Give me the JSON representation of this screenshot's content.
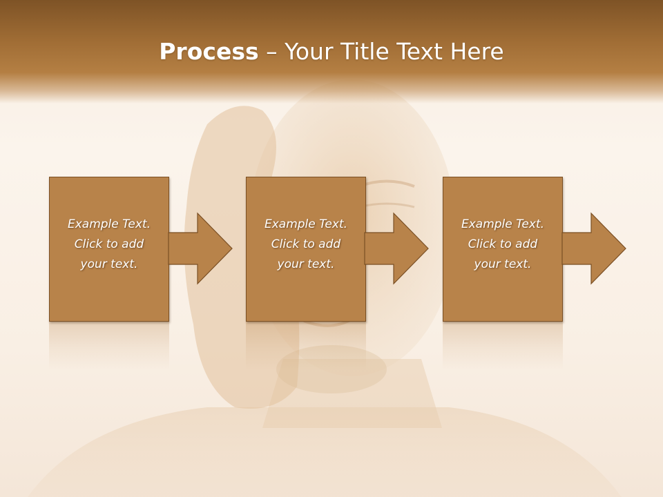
{
  "slide": {
    "title_bold": "Process",
    "title_rest": " – Your Title Text Here"
  },
  "steps": [
    {
      "line1": "Example Text.",
      "line2": "Click  to add",
      "line3": "your text."
    },
    {
      "line1": "Example Text.",
      "line2": "Click  to add",
      "line3": "your text."
    },
    {
      "line1": "Example Text.",
      "line2": "Click  to add",
      "line3": "your text."
    }
  ],
  "colors": {
    "header": "#a06d35",
    "box_fill": "#b8834a",
    "box_border": "#7a4f24",
    "text": "#ffffff"
  },
  "icons": {
    "step_arrow": "right-arrow-icon"
  }
}
